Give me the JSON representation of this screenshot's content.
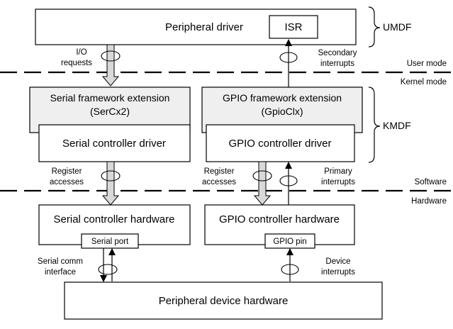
{
  "boxes": {
    "peripheral_driver": "Peripheral driver",
    "isr": "ISR",
    "serial_fx_line1": "Serial framework extension",
    "serial_fx_line2": "(SerCx2)",
    "gpio_fx_line1": "GPIO framework extension",
    "gpio_fx_line2": "(GpioClx)",
    "serial_controller_driver": "Serial controller driver",
    "gpio_controller_driver": "GPIO controller driver",
    "serial_controller_hw": "Serial controller hardware",
    "gpio_controller_hw": "GPIO controller hardware",
    "serial_port": "Serial port",
    "gpio_pin": "GPIO pin",
    "peripheral_device_hw": "Peripheral device hardware"
  },
  "braces": {
    "umdf": "UMDF",
    "kmdf": "KMDF"
  },
  "layers": {
    "user_mode": "User mode",
    "kernel_mode": "Kernel mode",
    "software": "Software",
    "hardware": "Hardware"
  },
  "arrows": {
    "io_requests_1": "I/O",
    "io_requests_2": "requests",
    "secondary_1": "Secondary",
    "secondary_2": "interrupts",
    "reg_left_1": "Register",
    "reg_left_2": "accesses",
    "reg_right_1": "Register",
    "reg_right_2": "accesses",
    "primary_1": "Primary",
    "primary_2": "interrupts",
    "serial_comm_1": "Serial comm",
    "serial_comm_2": "interface",
    "device_1": "Device",
    "device_2": "interrupts"
  }
}
